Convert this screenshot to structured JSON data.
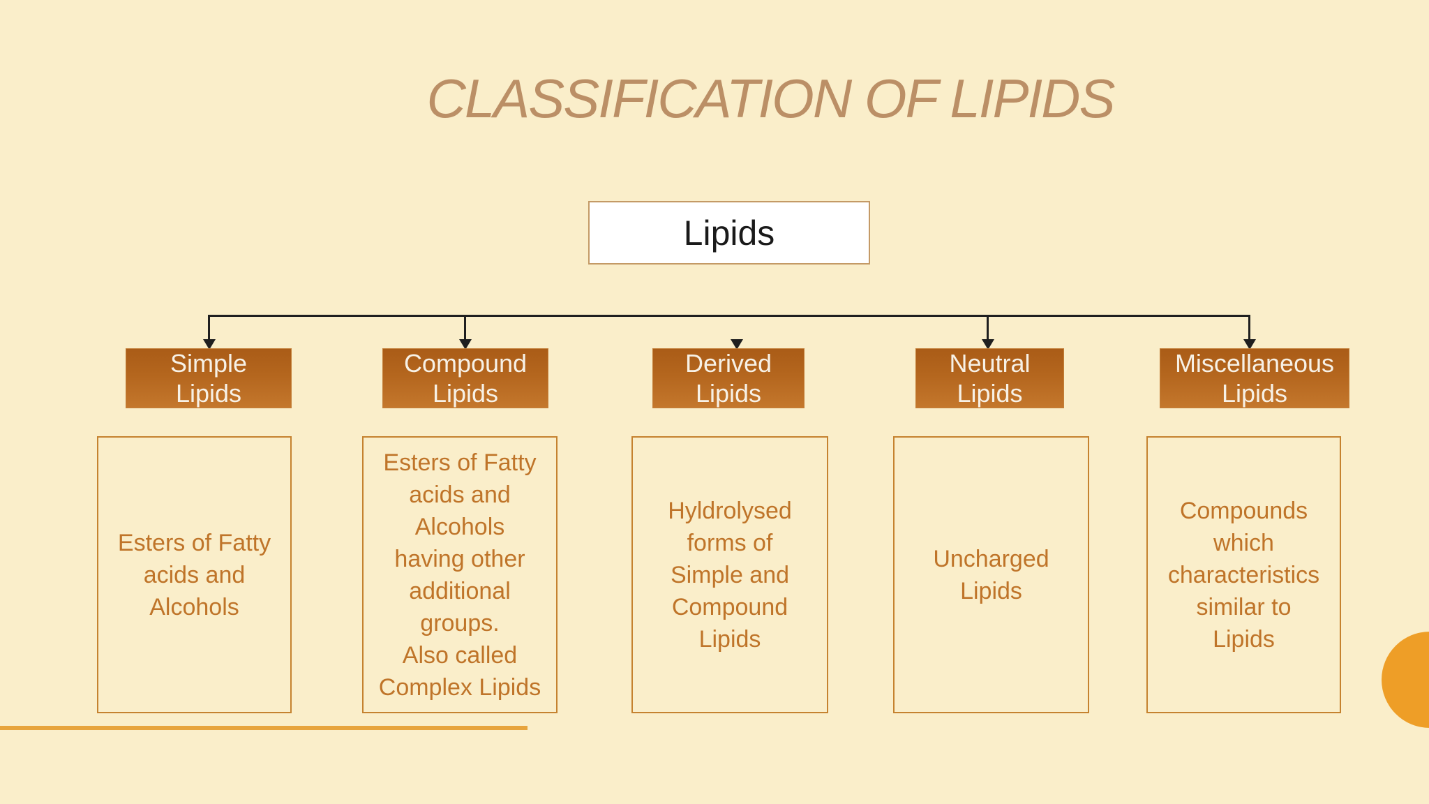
{
  "slide": {
    "title": "CLASSIFICATION OF LIPIDS",
    "root": {
      "label": "Lipids"
    },
    "categories": [
      {
        "id": "simple-lipids",
        "label": "Simple\nLipids",
        "description": "Esters of Fatty\nacids and\nAlcohols"
      },
      {
        "id": "compound-lipids",
        "label": "Compound\nLipids",
        "description": "Esters of Fatty\nacids and\nAlcohols\nhaving other\nadditional\ngroups.\nAlso called\nComplex Lipids"
      },
      {
        "id": "derived-lipids",
        "label": "Derived\nLipids",
        "description": "Hyldrolysed\nforms of\nSimple and\nCompound\nLipids"
      },
      {
        "id": "neutral-lipids",
        "label": "Neutral\nLipids",
        "description": "Uncharged\nLipids"
      },
      {
        "id": "miscellaneous-lipids",
        "label": "Miscellaneous\nLipids",
        "description": "Compounds\nwhich\ncharacteristics\nsimilar to\nLipids"
      }
    ]
  },
  "colors": {
    "background": "#faeeca",
    "title_text": "#bb8f66",
    "root_box_bg": "#ffffff",
    "root_box_border": "#c49a66",
    "root_text": "#1a1a1a",
    "connector_line": "#1f1f1f",
    "header_gradient_top": "#aa5c17",
    "header_gradient_mid": "#b4661e",
    "header_gradient_bottom": "#c4772c",
    "header_border": "#c3803a",
    "header_text": "#f7f1e6",
    "desc_border": "#c5822f",
    "desc_text": "#bf7429",
    "accent_bar": "#e7a43d",
    "accent_circle": "#ee9e27"
  }
}
